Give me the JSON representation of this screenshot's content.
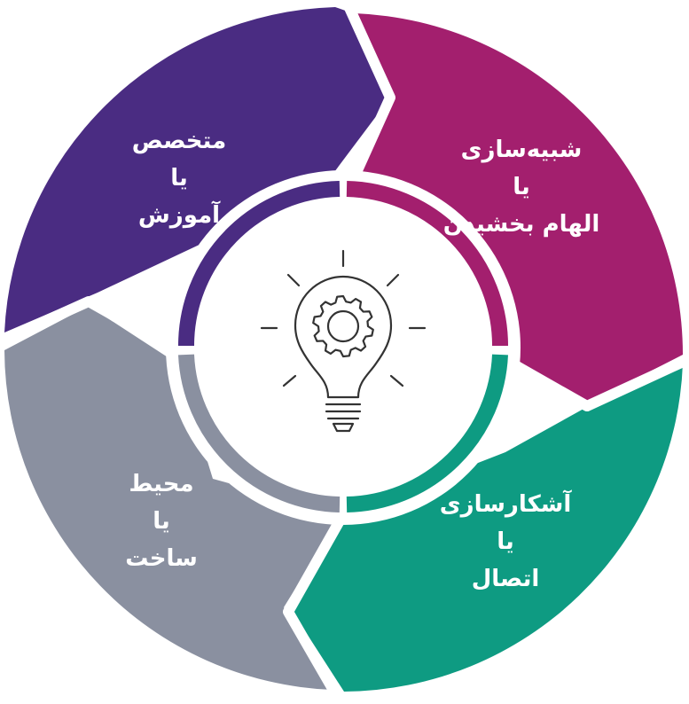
{
  "colors": {
    "purple": "#4a2c82",
    "magenta": "#a31f6e",
    "teal": "#0e9b82",
    "gray": "#8a90a0",
    "background": "#ffffff",
    "icon_stroke": "#333333"
  },
  "segments": {
    "top_left": {
      "line1": "متخصص",
      "line2": "یا",
      "line3": "آموزش"
    },
    "top_right": {
      "line1": "شبیه‌سازی",
      "line2": "یا",
      "line3": "الهام بخشیدن"
    },
    "bottom_right": {
      "line1": "آشکارسازی",
      "line2": "یا",
      "line3": "اتصال"
    },
    "bottom_left": {
      "line1": "محیط",
      "line2": "یا",
      "line3": "ساخت"
    }
  },
  "center_icon": "lightbulb-gear-icon"
}
